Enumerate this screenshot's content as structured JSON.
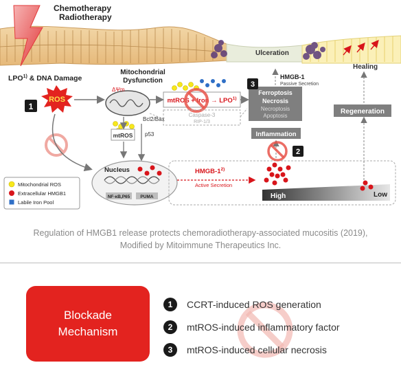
{
  "diagram": {
    "top_label_1": "Chemotherapy",
    "top_label_2": "Radiotherapy",
    "lpo_label": "LPO",
    "lpo_sup": "1)",
    "lpo_rest": " & DNA Damage",
    "ros_label": "ROS",
    "mito_title_1": "Mitochondrial",
    "mito_title_2": "Dysfunction",
    "delta_psi": "ΔΨm",
    "mtros_chain": "mtROS + Iron → LPO",
    "mtros_chain_sup": "1)",
    "caspase_1": "Caspase-3",
    "caspase_2": "RIP-1/3",
    "bcl2_bax": "Bcl2/Bax",
    "p53": "p53",
    "mtros_box": "mtROS",
    "nucleus": "Nucleus",
    "nfkb": "NF-κB,P65",
    "puma": "PUMA",
    "hmgb1_active": "HMGB-1",
    "hmgb1_active_sup": "2)",
    "active_secretion": "Active Secretion",
    "ulceration": "Ulceration",
    "healing": "Healing",
    "hmgb1_passive": "HMGB-1",
    "passive_secretion": "Passive Secretion",
    "death_1": "Ferroptosis",
    "death_2": "Necrosis",
    "death_3": "Necroptosis",
    "death_4": "Apoptosis",
    "inflammation": "Inflammation",
    "regeneration": "Regeneration",
    "high": "High",
    "low": "Low",
    "badge_1": "1",
    "badge_2": "2",
    "badge_3": "3",
    "legend": [
      {
        "label": "Mitochondrial ROS",
        "color": "#f7e81c"
      },
      {
        "label": "Extracellular HMGB1",
        "color": "#d8151b"
      },
      {
        "label": "Labile Iron Pool",
        "color": "#2f6fc6"
      }
    ]
  },
  "caption_line_1": "Regulation of HMGB1 release protects chemoradiotherapy-associated mucositis (2019),",
  "caption_line_2": "Modified by Mitoimmune Therapeutics Inc.",
  "blockade": {
    "line_1": "Blockade",
    "line_2": "Mechanism"
  },
  "mechanisms": [
    {
      "num": "1",
      "text": "CCRT-induced ROS generation"
    },
    {
      "num": "2",
      "text": "mtROS-induced inflammatory factor"
    },
    {
      "num": "3",
      "text": "mtROS-induced cellular necrosis"
    }
  ],
  "colors": {
    "accent_red": "#e3231f",
    "ros_yellow": "#f7e81c",
    "hmgb1_red": "#d8151b",
    "iron_blue": "#2f6fc6",
    "box_gray": "#7f7f7f"
  }
}
